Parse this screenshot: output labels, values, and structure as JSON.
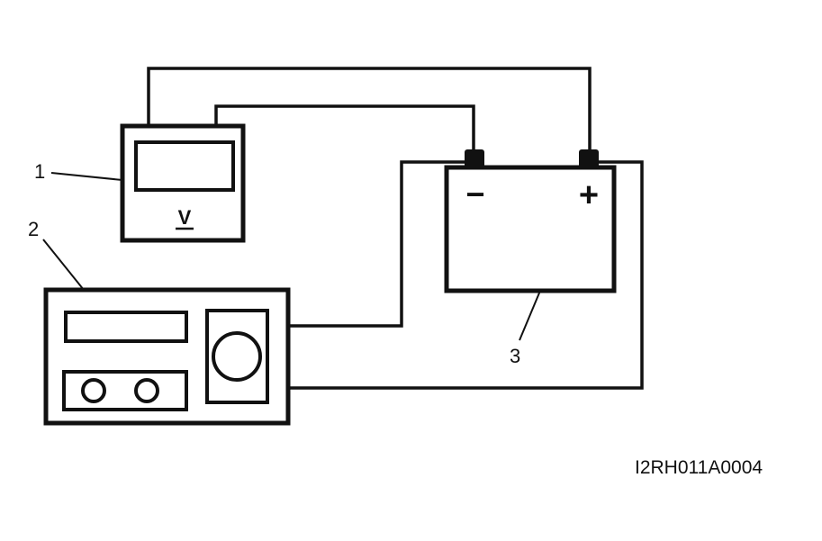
{
  "callouts": {
    "voltmeter": "1",
    "charger": "2",
    "battery": "3"
  },
  "voltmeter": {
    "unit_symbol": "V"
  },
  "battery": {
    "negative_symbol": "−",
    "positive_symbol": "+"
  },
  "figure_code": "I2RH011A0004"
}
